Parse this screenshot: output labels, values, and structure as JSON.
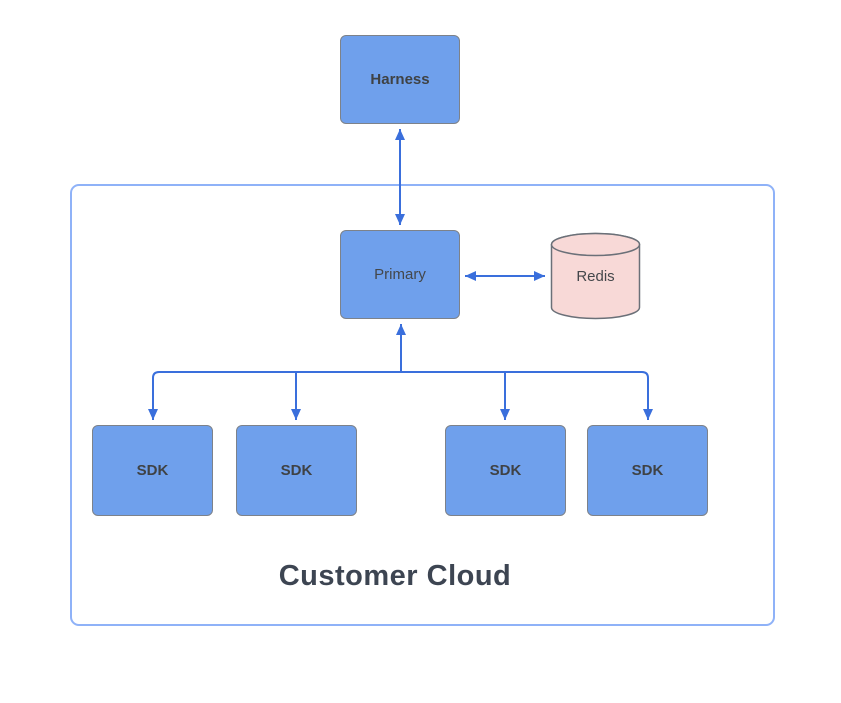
{
  "diagram": {
    "type": "architecture-diagram",
    "nodes": {
      "harness": {
        "label": "Harness",
        "shape": "rounded-rectangle"
      },
      "primary": {
        "label": "Primary",
        "shape": "rounded-rectangle"
      },
      "redis": {
        "label": "Redis",
        "shape": "cylinder"
      },
      "sdk_nodes": [
        {
          "label": "SDK"
        },
        {
          "label": "SDK"
        },
        {
          "label": "SDK"
        },
        {
          "label": "SDK"
        }
      ]
    },
    "container": {
      "label": "Customer Cloud"
    },
    "edges": [
      {
        "from": "Harness",
        "to": "Primary",
        "direction": "bidirectional"
      },
      {
        "from": "Primary",
        "to": "Redis",
        "direction": "bidirectional"
      },
      {
        "from": "Primary",
        "to": "SDK x4",
        "direction": "tree; arrowheads into Primary (up) and into each SDK (down)"
      }
    ],
    "colors": {
      "node_fill": "#6FA0EC",
      "node_stroke": "#7D828A",
      "redis_fill": "#F8D9D7",
      "connector_blue": "#3A6FDC",
      "container_border": "#8FB2F8",
      "node_text": "#44474B",
      "container_label_text": "#3D4552"
    }
  }
}
